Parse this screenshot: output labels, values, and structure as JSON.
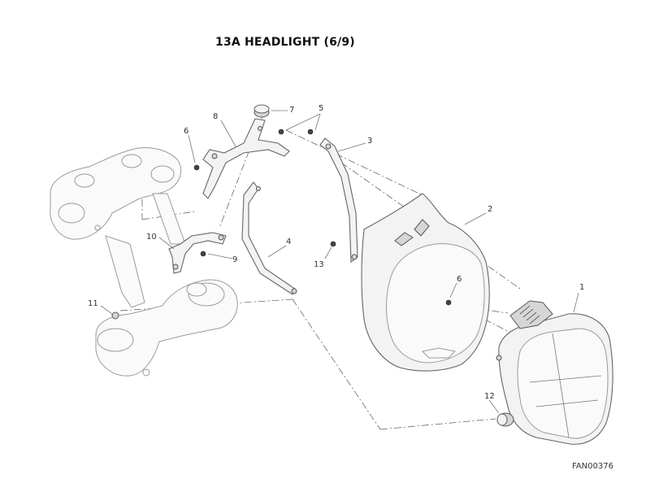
{
  "title": "13A HEADLIGHT (6/9)",
  "drawing_code": "FAN00376",
  "callouts": [
    "1",
    "2",
    "3",
    "4",
    "5",
    "6",
    "6",
    "7",
    "8",
    "9",
    "10",
    "11",
    "12",
    "13"
  ]
}
